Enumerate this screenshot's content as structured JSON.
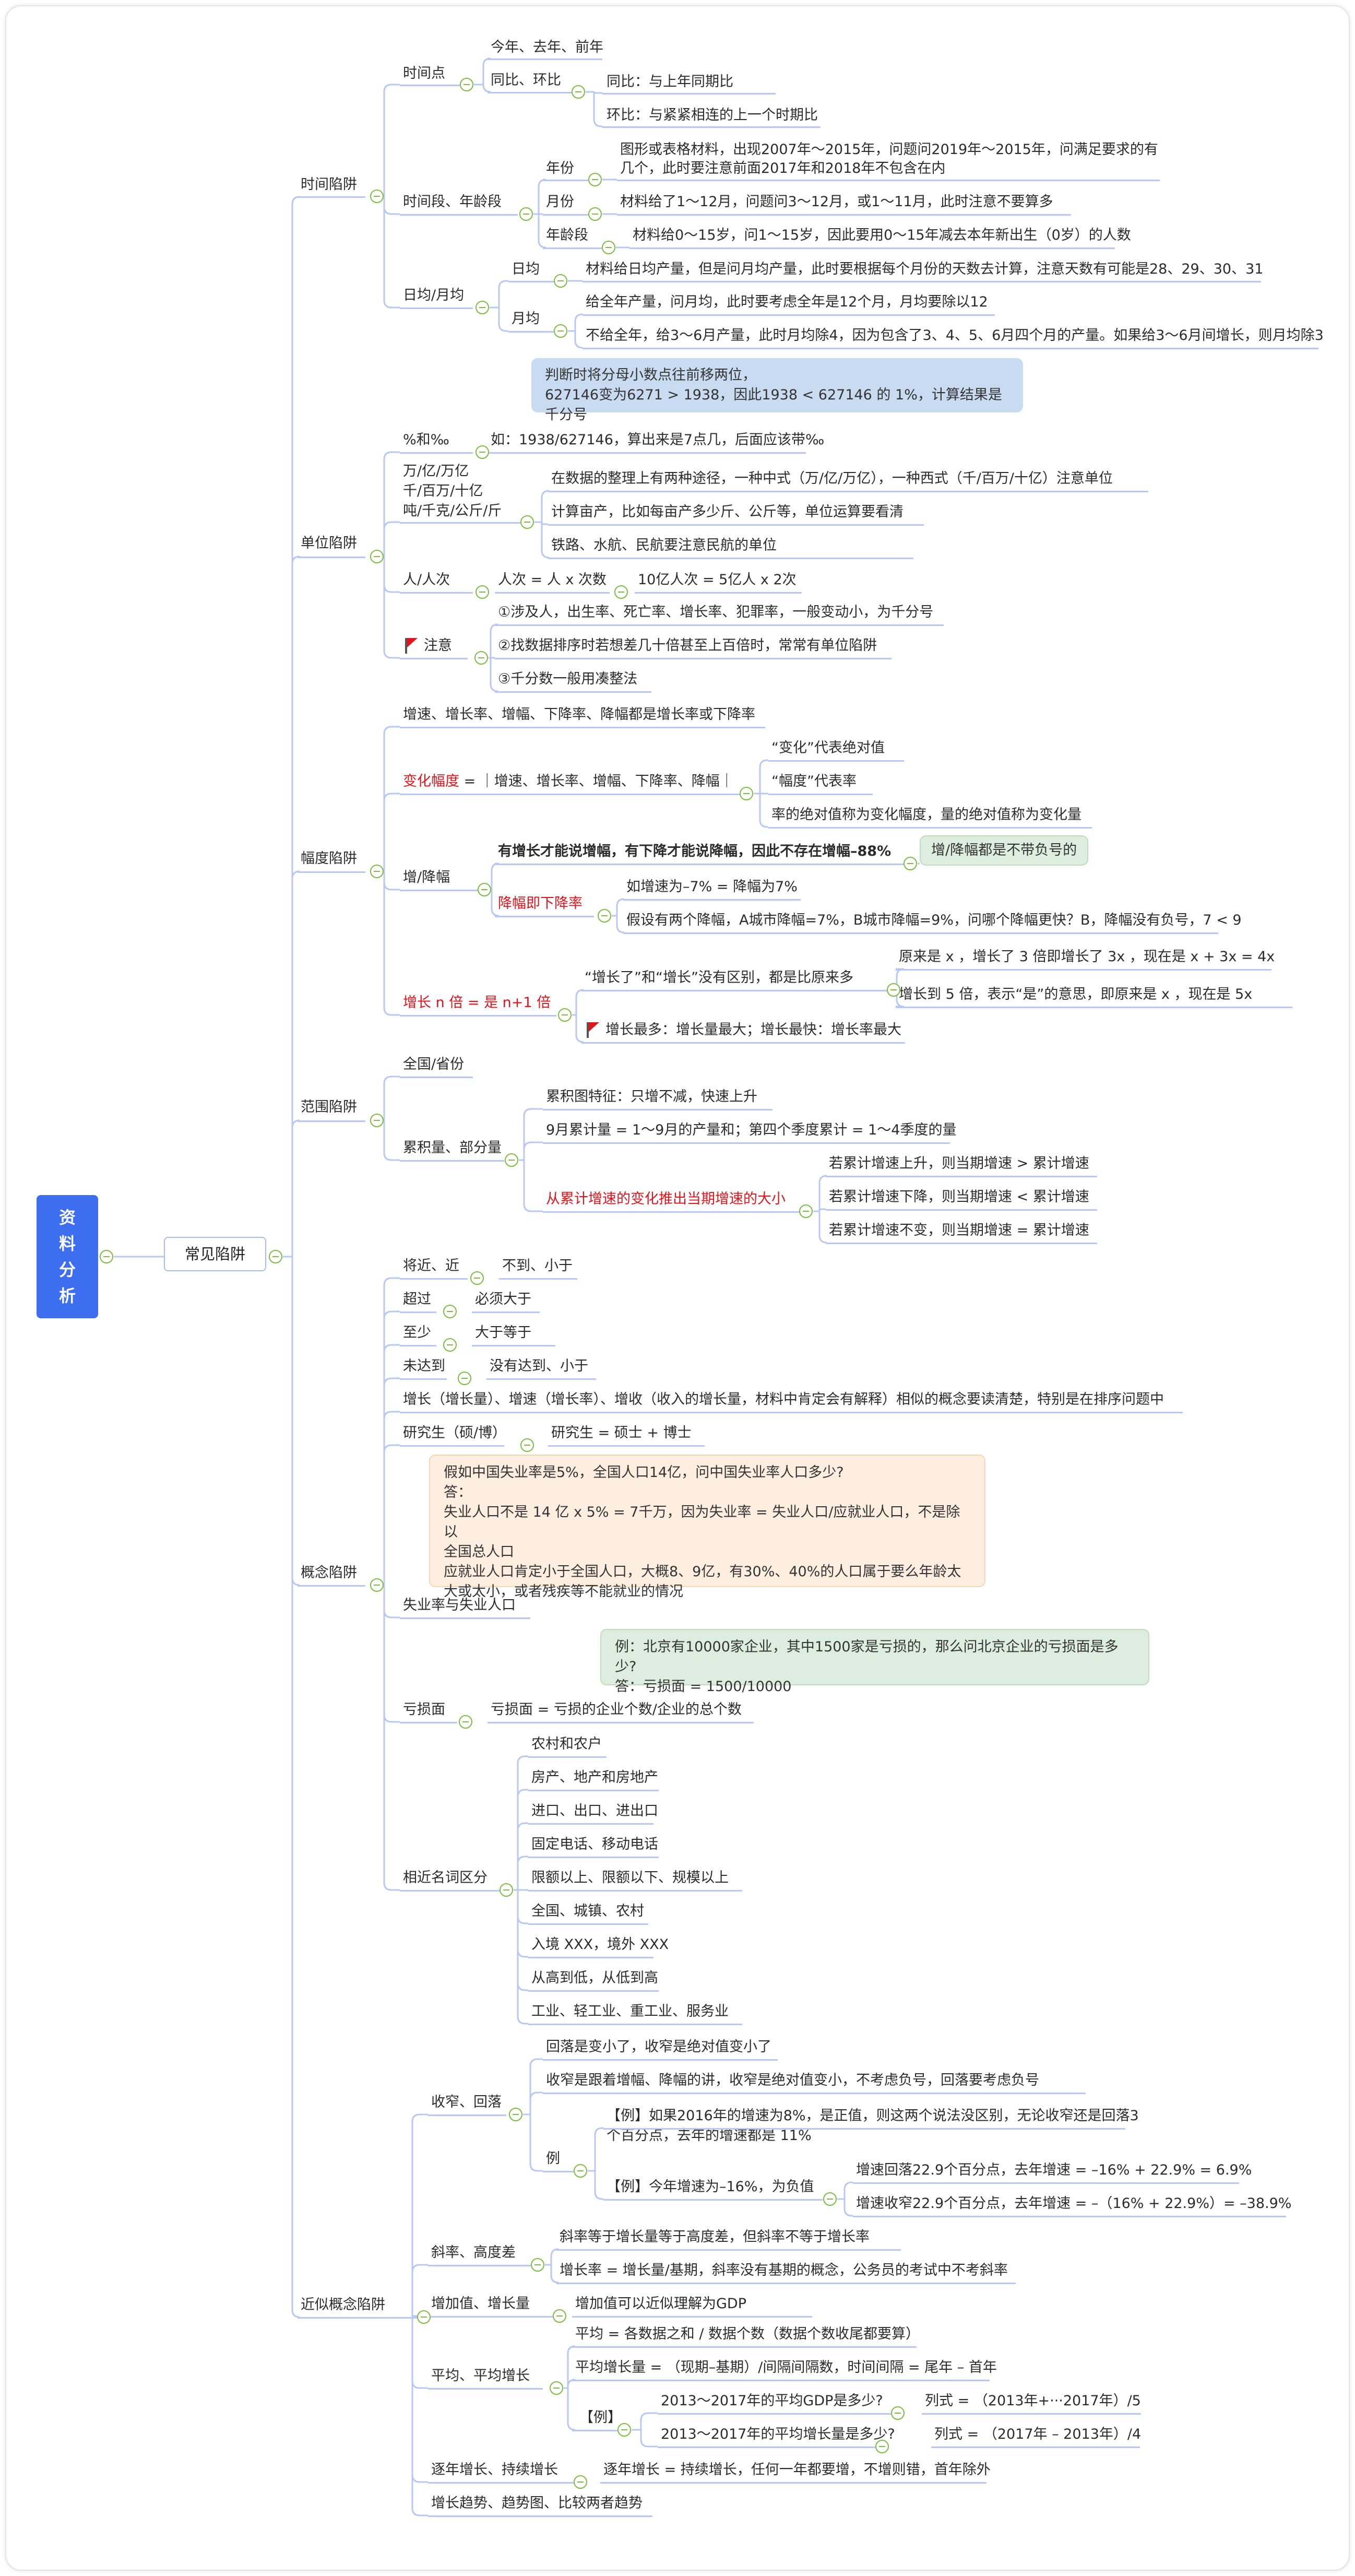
{
  "root": {
    "label": "资料分析",
    "chars": [
      "资",
      "料",
      "分",
      "析"
    ]
  },
  "main": {
    "label": "常见陷阱"
  },
  "sections": {
    "time": {
      "label": "时间陷阱",
      "point": {
        "label": "时间点",
        "items": [
          "今年、去年、前年"
        ]
      },
      "yoy": {
        "label": "同比、环比",
        "items": [
          "同比：与上年同期比",
          "环比：与紧紧相连的上一个时期比"
        ]
      },
      "period": {
        "label": "时间段、年龄段",
        "year": {
          "label": "年份",
          "text": [
            "图形或表格材料，出现2007年～2015年，问题问2019年～2015年，问满足要求的有",
            "几个，此时要注意前面2017年和2018年不包含在内"
          ]
        },
        "month": {
          "label": "月份",
          "text": "材料给了1～12月，问题问3～12月，或1～11月，此时注意不要算多"
        },
        "age": {
          "label": "年龄段",
          "text": "材料给0～15岁，问1～15岁，因此要用0～15年减去本年新出生（0岁）的人数"
        }
      },
      "avg": {
        "label": "日均/月均",
        "daily": {
          "label": "日均",
          "text": "材料给日均产量，但是问月均产量，此时要根据每个月份的天数去计算，注意天数有可能是28、29、30、31"
        },
        "monthly": {
          "label": "月均",
          "items": [
            "给全年产量，问月均，此时要考虑全年是12个月，月均要除以12",
            "不给全年，给3～6月产量，此时月均除4，因为包含了3、4、5、6月四个月的产量。如果给3～6月间增长，则月均除3"
          ]
        }
      }
    },
    "unit": {
      "label": "单位陷阱",
      "callout": "判断时将分母小数点往前移两位，\n627146变为6271 > 1938，因此1938 < 627146 的 1%，计算结果是千分号",
      "permille": {
        "label": "%和‰",
        "text": "如：1938/627146，算出来是7点几，后面应该带‰"
      },
      "units": {
        "label": [
          "万/亿/万亿",
          "千/百万/十亿",
          "吨/千克/公斤/斤"
        ],
        "items": [
          "在数据的整理上有两种途径，一种中式（万/亿/万亿），一种西式（千/百万/十亿）注意单位",
          "计算亩产，比如每亩产多少斤、公斤等，单位运算要看清",
          "铁路、水航、民航要注意民航的单位"
        ]
      },
      "person": {
        "label": "人/人次",
        "text": "人次 = 人 x 次数",
        "text2": "10亿人次 = 5亿人 x 2次"
      },
      "note": {
        "label": "注意",
        "items": [
          "①涉及人，出生率、死亡率、增长率、犯罪率，一般变动小，为千分号",
          "②找数据排序时若想差几十倍甚至上百倍时，常常有单位陷阱",
          "③千分数一般用凑整法"
        ]
      }
    },
    "range": {
      "label": "幅度陷阱",
      "intro": "增速、增长率、增幅、下降率、降幅都是增长率或下降率",
      "change": {
        "label": "变化幅度",
        "formula": " = ｜增速、增长率、增幅、下降率、降幅｜",
        "items": [
          "“变化”代表绝对值",
          "“幅度”代表率",
          "率的绝对值称为变化幅度，量的绝对值称为变化量"
        ]
      },
      "updown": {
        "label": "增/降幅",
        "bold": "有增长才能说增幅，有下降才能说降幅，因此不存在增幅–88%",
        "tag": "增/降幅都是不带负号的",
        "sub": {
          "label": "降幅即下降率",
          "items": [
            "如增速为–7% = 降幅为7%",
            "假设有两个降幅，A城市降幅=7%，B城市降幅=9%，问哪个降幅更快？B，降幅没有负号，7 < 9"
          ]
        }
      },
      "times": {
        "label": "增长 n 倍 = 是 n+1 倍",
        "diff": "“增长了”和“增长”没有区别，都是比原来多",
        "diff_items": [
          "原来是 x ，增长了 3 倍即增长了 3x ，现在是 x + 3x = 4x",
          "增长到 5 倍，表示“是”的意思，即原来是 x ，现在是 5x"
        ],
        "max": "增长最多：增长量最大；增长最快：增长率最大"
      }
    },
    "scope": {
      "label": "范围陷阱",
      "nation": "全国/省份",
      "cum": {
        "label": "累积量、部分量",
        "items": [
          "累积图特征：只增不减，快速上升",
          "9月累计量 = 1～9月的产量和；第四个季度累计 = 1～4季度的量"
        ],
        "red": {
          "label": "从累计增速的变化推出当期增速的大小",
          "items": [
            "若累计增速上升，则当期增速 > 累计增速",
            "若累计增速下降，则当期增速 < 累计增速",
            "若累计增速不变，则当期增速 = 累计增速"
          ]
        }
      }
    },
    "concept": {
      "label": "概念陷阱",
      "pairs": [
        {
          "label": "将近、近",
          "value": "不到、小于"
        },
        {
          "label": "超过",
          "value": "必须大于"
        },
        {
          "label": "至少",
          "value": "大于等于"
        },
        {
          "label": "未达到",
          "value": "没有达到、小于"
        }
      ],
      "growth": "增长（增长量）、增速（增长率）、增收（收入的增长量，材料中肯定会有解释）相似的概念要读清楚，特别是在排序问题中",
      "grad": {
        "label": "研究生（硕/博）",
        "value": "研究生 = 硕士 + 博士"
      },
      "unemp_callout": "假如中国失业率是5%，全国人口14亿，问中国失业率人口多少?\n答：\n失业人口不是 14 亿 x 5% = 7千万，因为失业率 = 失业人口/应就业人口，不是除以\n全国总人口\n应就业人口肯定小于全国人口，大概8、9亿，有30%、40%的人口属于要么年龄太\n大或太小，或者残疾等不能就业的情况",
      "unemp": "失业率与失业人口",
      "loss_callout": "例：北京有10000家企业，其中1500家是亏损的，那么问北京企业的亏损面是多少?\n答：亏损面 = 1500/10000",
      "loss": {
        "label": "亏损面",
        "value": "亏损面 = 亏损的企业个数/企业的总个数"
      },
      "similar": {
        "label": "相近名词区分",
        "items": [
          "农村和农户",
          "房产、地产和房地产",
          "进口、出口、进出口",
          "固定电话、移动电话",
          "限额以上、限额以下、规模以上",
          "全国、城镇、农村",
          "入境 XXX，境外 XXX",
          "从高到低，从低到高",
          "工业、轻工业、重工业、服务业"
        ]
      }
    },
    "approx": {
      "label": "近似概念陷阱",
      "narrow": {
        "label": "收窄、回落",
        "items": [
          "回落是变小了，收窄是绝对值变小了",
          "收窄是跟着增幅、降幅的讲，收窄是绝对值变小，不考虑负号，回落要考虑负号"
        ],
        "example": {
          "label": "例",
          "e1": "【例】如果2016年的增速为8%，是正值，则这两个说法没区别，无论收窄还是回落3\n个百分点，去年的增速都是 11%",
          "e2": "【例】今年增速为–16%，为负值",
          "e2_items": [
            "增速回落22.9个百分点，去年增速 = –16% + 22.9% = 6.9%",
            "增速收窄22.9个百分点，去年增速 = –（16% + 22.9%）= –38.9%"
          ]
        }
      },
      "slope": {
        "label": "斜率、高度差",
        "items": [
          "斜率等于增长量等于高度差，但斜率不等于增长率",
          "增长率 = 增长量/基期，斜率没有基期的概念，公务员的考试中不考斜率"
        ]
      },
      "added": {
        "label": "增加值、增长量",
        "value": "增加值可以近似理解为GDP"
      },
      "average": {
        "label": "平均、平均增长",
        "items": [
          "平均 = 各数据之和 / 数据个数（数据个数收尾都要算）",
          "平均增长量 = （现期–基期）/间隔间隔数，时间间隔 = 尾年 – 首年"
        ],
        "example": {
          "label": "【例】",
          "rows": [
            {
              "q": "2013～2017年的平均GDP是多少?",
              "a": "列式 = （2013年+···2017年）/5"
            },
            {
              "q": "2013～2017年的平均增长量是多少?",
              "a": "列式 = （2017年 – 2013年）/4"
            }
          ]
        }
      },
      "continuous": {
        "label": "逐年增长、持续增长",
        "value": "逐年增长 = 持续增长，任何一年都要增，不增则错，首年除外"
      },
      "trend": "增长趋势、趋势图、比较两者趋势"
    }
  },
  "colors": {
    "root_bg": "#3d6ef0",
    "line": "#b9c8f3",
    "toggle": "#7dbb43",
    "red_text": "#e2141b",
    "callout_blue": "#c9dbf0",
    "callout_orange": "#fdeee0",
    "callout_green": "#deeede"
  }
}
